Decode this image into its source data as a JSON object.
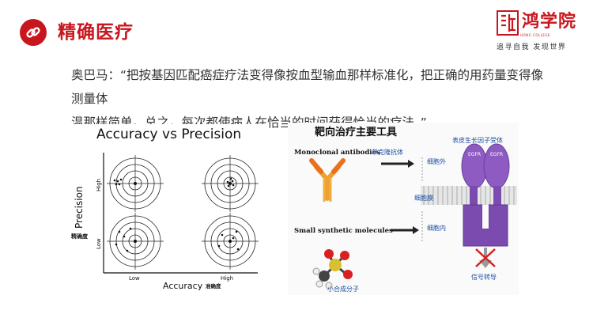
{
  "header": {
    "title": "精确医疗",
    "icon": "link-icon",
    "accent_color": "#c8161e"
  },
  "logo": {
    "name": "鸿学院",
    "sub": "HONG COLLEGE",
    "slogan": "追寻自我  发现世界"
  },
  "quote": {
    "line1": "奥巴马：“把按基因匹配癌症疗法变得像按血型输血那样标准化，把正确的用药量变得像测量体",
    "line2": "温那样简单。总之，每次都使病人在恰当的时间获得恰当的疗法。”"
  },
  "figure_left": {
    "title": "Accuracy vs Precision",
    "y_label": "Precision",
    "y_label_cn": "精确度",
    "x_label": "Accuracy",
    "x_label_cn": "准确度",
    "y_high": "High",
    "y_low": "Low",
    "x_low": "Low",
    "x_high": "High"
  },
  "figure_right": {
    "title": "靶向治疗主要工具",
    "mab_en": "Monoclonal antibodies",
    "mab_cn": "单克隆抗体",
    "small_en": "Small synthetic molecules",
    "small_cn": "小合成分子",
    "receptor": "表皮生长因子受体",
    "egfr": "EGFR",
    "outside": "细胞外",
    "membrane": "细胞膜",
    "inside": "细胞内",
    "signal": "信号转导"
  }
}
